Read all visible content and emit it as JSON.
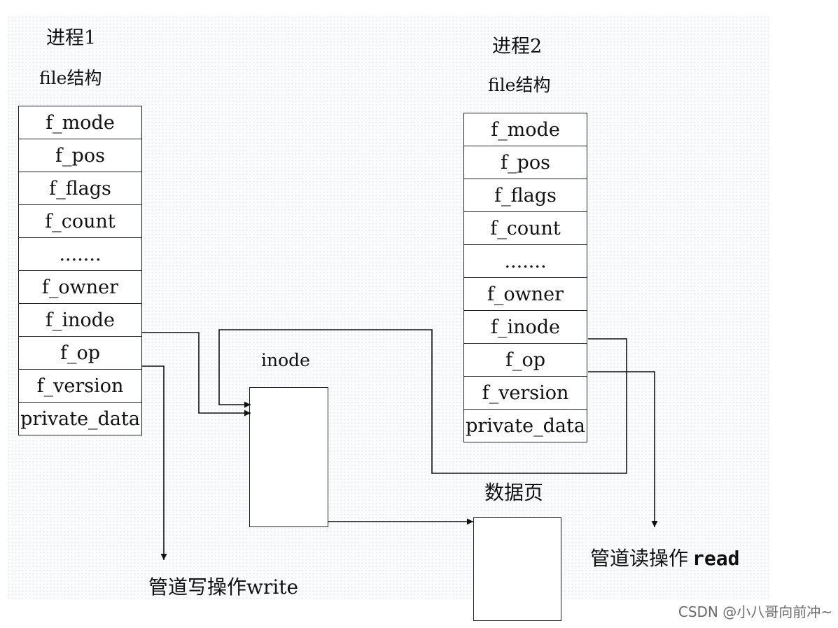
{
  "process1": {
    "title": "进程1",
    "struct_label": "file结构",
    "fields": [
      "f_mode",
      "f_pos",
      "f_flags",
      "f_count",
      ".......",
      "f_owner",
      "f_inode",
      "f_op",
      "f_version",
      "private_data"
    ]
  },
  "process2": {
    "title": "进程2",
    "struct_label": "file结构",
    "fields": [
      "f_mode",
      "f_pos",
      "f_flags",
      "f_count",
      ".......",
      "f_owner",
      "f_inode",
      "f_op",
      "f_version",
      "private_data"
    ]
  },
  "inode_label": "inode",
  "data_page_label": "数据页",
  "write_op_label": "管道写操作write",
  "read_op": {
    "prefix": "管道读操作",
    "keyword": "read"
  },
  "watermark": "CSDN @小八哥向前冲~"
}
